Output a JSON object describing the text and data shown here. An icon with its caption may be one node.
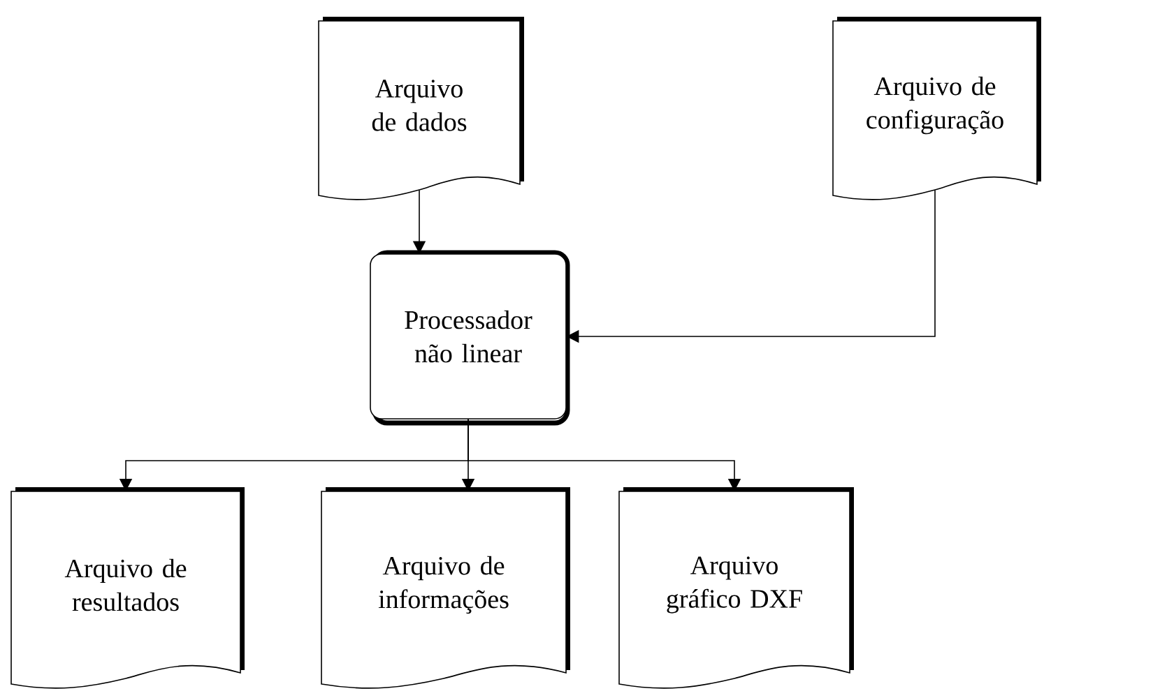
{
  "diagram": {
    "nodes": [
      {
        "text": [
          "Arquivo de dados"
        ]
      },
      {
        "text": [
          "Arquivo de configuração"
        ]
      },
      {
        "text": [
          "Processador não linear"
        ]
      },
      {
        "text": [
          "Arquivo de resultados"
        ]
      },
      {
        "text": [
          "Arquivo de informações"
        ]
      },
      {
        "text": [
          "Arquivo gráfico DXF"
        ]
      }
    ],
    "edges": [
      {
        "from": 0,
        "to": 2,
        "arrow": "to"
      },
      {
        "from": 1,
        "to": 2,
        "arrow": "to"
      },
      {
        "from": 2,
        "to": 3,
        "arrow": "to"
      },
      {
        "from": 2,
        "to": 4,
        "arrow": "to"
      },
      {
        "from": 2,
        "to": 5,
        "arrow": "to"
      }
    ]
  }
}
